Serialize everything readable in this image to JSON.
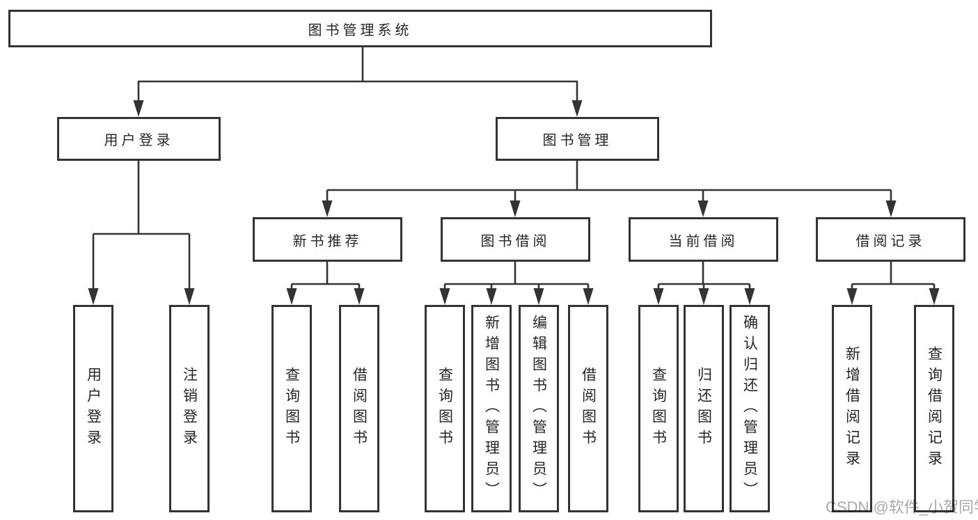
{
  "nodes": {
    "root": "图书管理系统",
    "user_login": "用户登录",
    "book_mgmt": "图书管理",
    "new_books": "新书推荐",
    "book_borrow": "图书借阅",
    "current_borrow": "当前借阅",
    "borrow_records": "借阅记录"
  },
  "leaves": {
    "user_login": [
      "用户登录",
      "注销登录"
    ],
    "new_books": [
      "查询图书",
      "借阅图书"
    ],
    "book_borrow": [
      "查询图书",
      "新增图书（管理员）",
      "编辑图书（管理员）",
      "借阅图书"
    ],
    "current_borrow": [
      "查询图书",
      "归还图书",
      "确认归还（管理员）"
    ],
    "borrow_records": [
      "新增借阅记录",
      "查询借阅记录"
    ]
  },
  "watermark": "CSDN @软件_小贺同学",
  "colors": {
    "line": "#333333",
    "text": "#262626",
    "background": "#ffffff",
    "watermark": "#a9a9a9"
  }
}
